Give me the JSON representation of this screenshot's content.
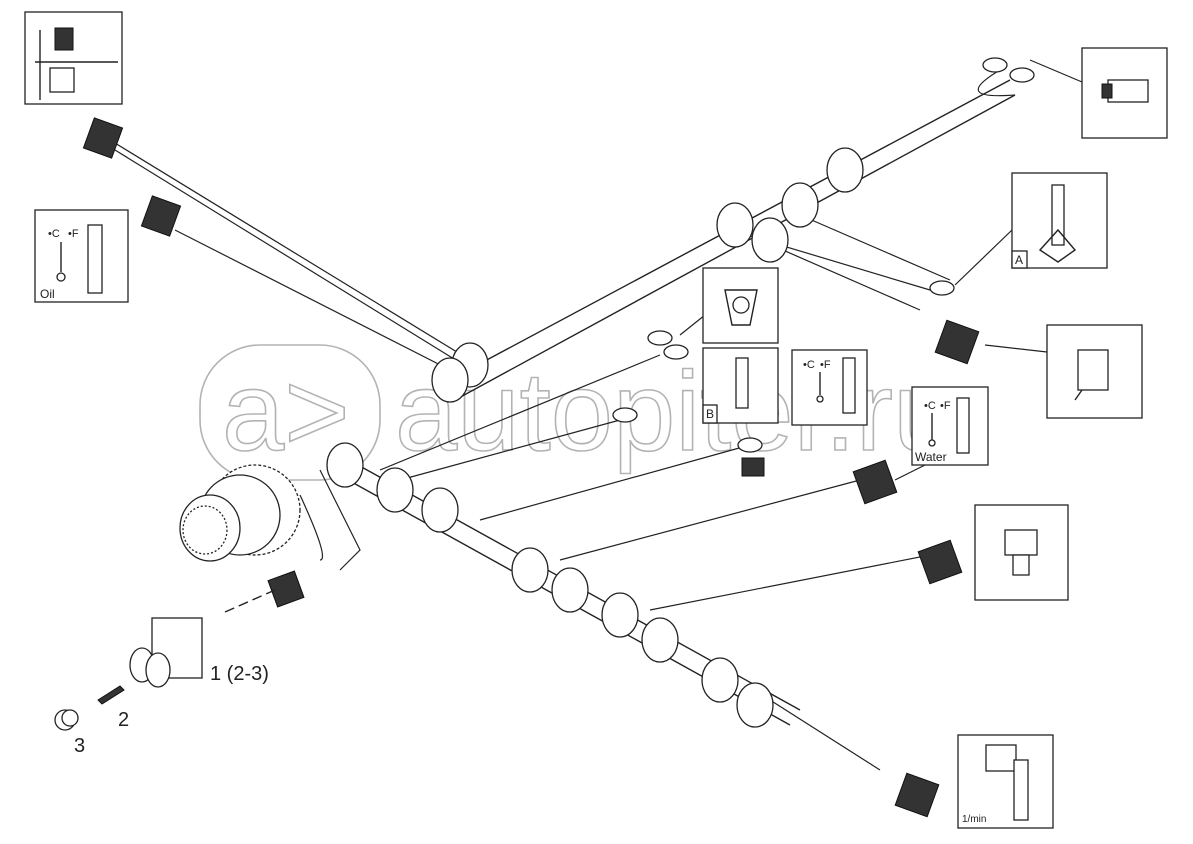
{
  "diagram": {
    "callouts": {
      "oil": {
        "unit_c": "•C",
        "unit_f": "•F",
        "label": "Oil"
      },
      "a": {
        "label": "A"
      },
      "b": {
        "label": "B"
      },
      "temp": {
        "unit_c": "•C",
        "unit_f": "•F"
      },
      "water": {
        "unit_c": "•C",
        "unit_f": "•F",
        "label": "Water"
      },
      "speed": {
        "label": "1/min"
      }
    },
    "part_labels": {
      "part1": "1 (2-3)",
      "part2": "2",
      "part3": "3"
    },
    "watermark": "autopiter.ru"
  }
}
